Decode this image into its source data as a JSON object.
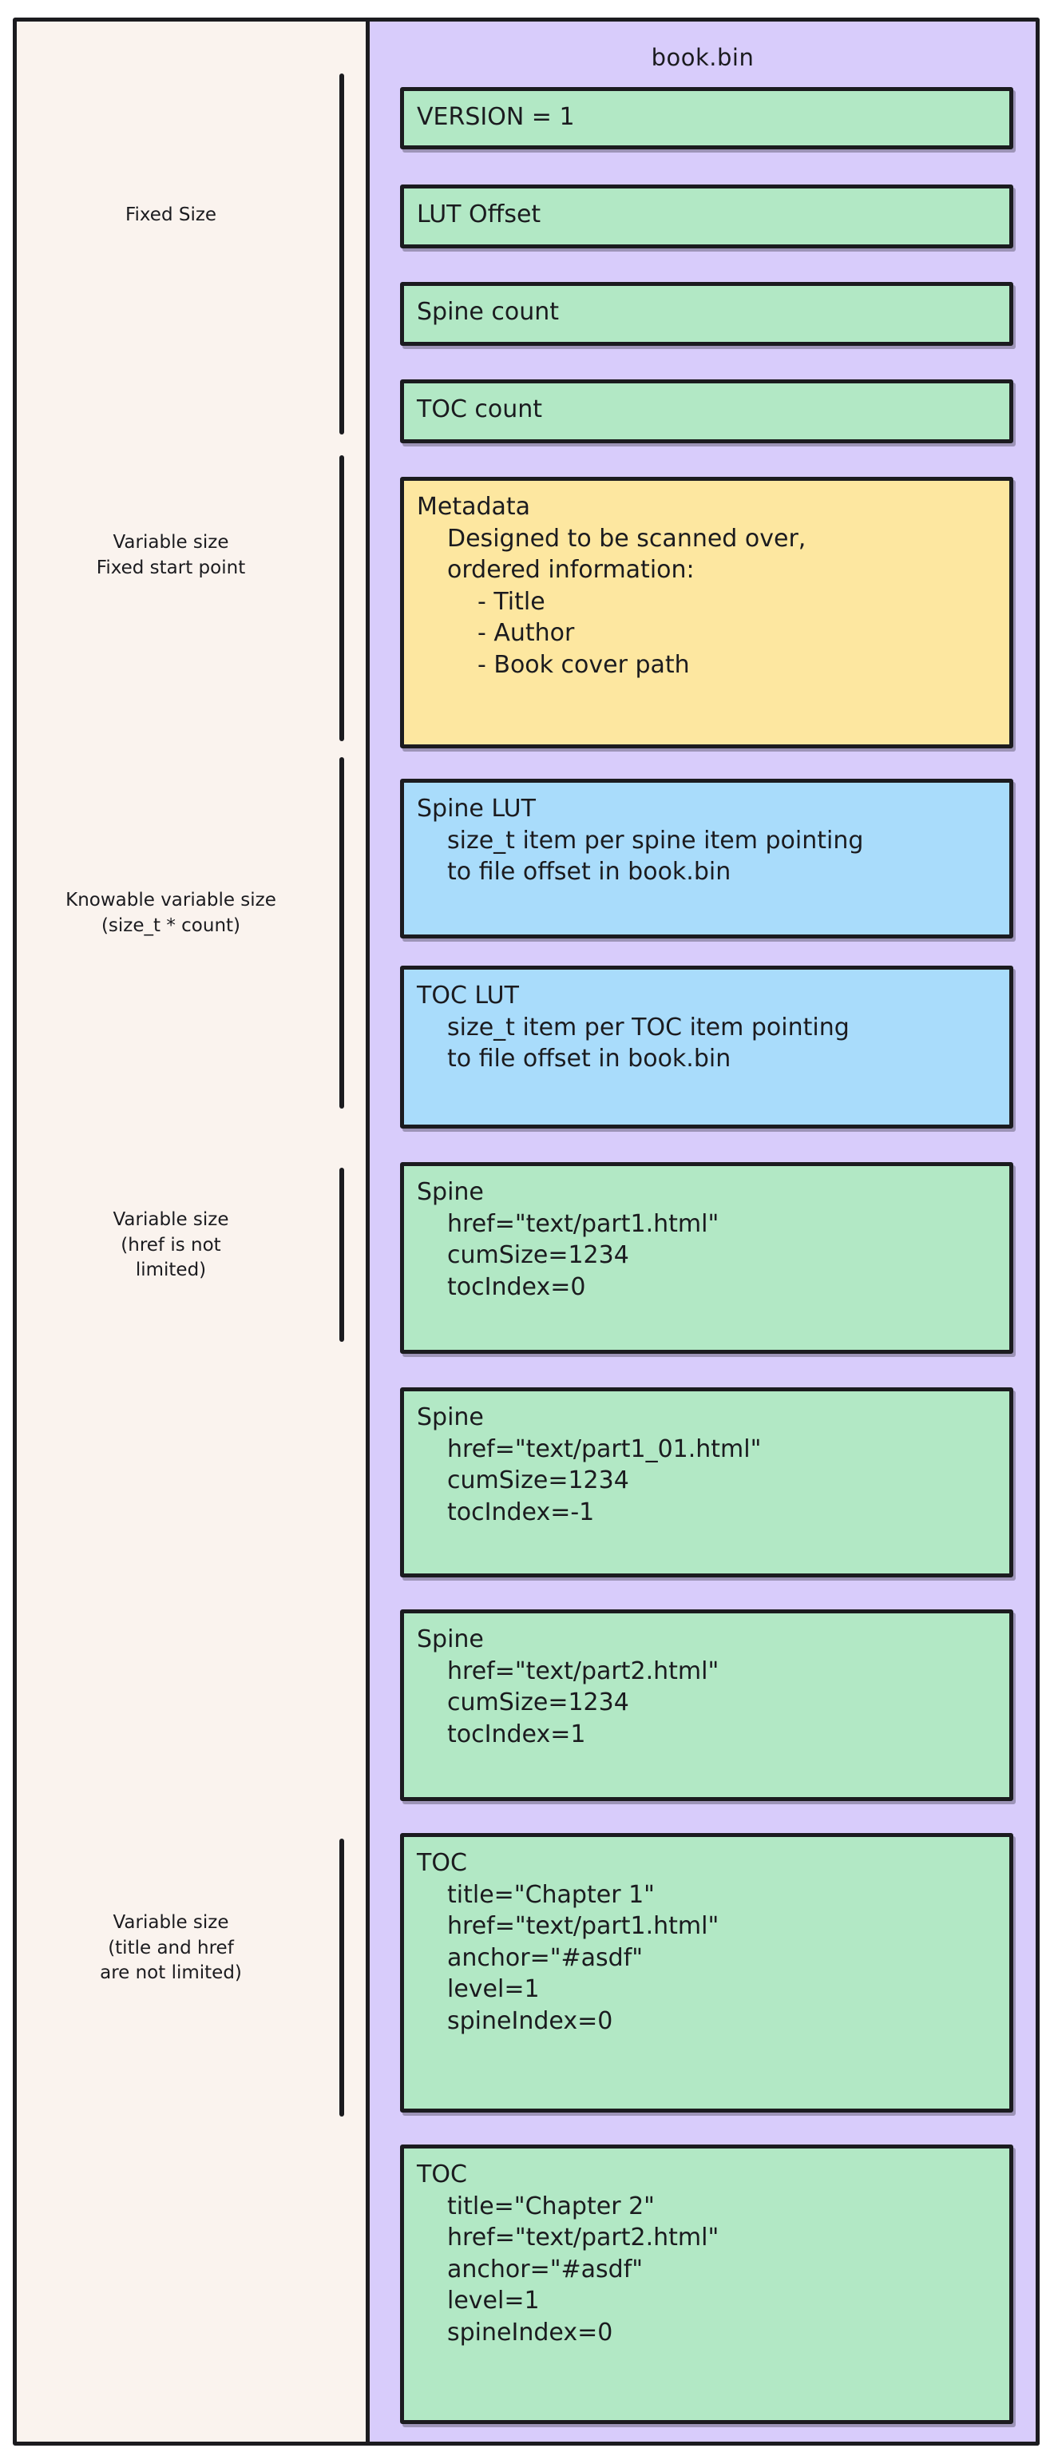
{
  "diagram": {
    "file_title": "book.bin",
    "colors": {
      "page_background": "#ffffff",
      "outer_panel": "#faf3ee",
      "file_column": "#d8ccfb",
      "green_block": "#b2e8c5",
      "yellow_block": "#fde7a0",
      "blue_block": "#a9dcfb",
      "stroke": "#1b1b1f"
    },
    "groups": [
      {
        "id": "fixed-size",
        "label_lines": [
          "Fixed Size"
        ]
      },
      {
        "id": "variable-size-fixed-start",
        "label_lines": [
          "Variable size",
          "Fixed start point"
        ]
      },
      {
        "id": "knowable-variable-size",
        "label_lines": [
          "Knowable variable size",
          "(size_t * count)"
        ]
      },
      {
        "id": "variable-size-href",
        "label_lines": [
          "Variable size",
          "(href is not",
          "limited)"
        ]
      },
      {
        "id": "variable-size-title-href",
        "label_lines": [
          "Variable size",
          "(title and href",
          "are not limited)"
        ]
      }
    ],
    "blocks": [
      {
        "id": "version",
        "color": "green",
        "lines": [
          {
            "text": "VERSION = 1",
            "indent": 0
          }
        ]
      },
      {
        "id": "lut-offset",
        "color": "green",
        "lines": [
          {
            "text": "LUT Offset",
            "indent": 0
          }
        ]
      },
      {
        "id": "spine-count",
        "color": "green",
        "lines": [
          {
            "text": "Spine count",
            "indent": 0
          }
        ]
      },
      {
        "id": "toc-count",
        "color": "green",
        "lines": [
          {
            "text": "TOC count",
            "indent": 0
          }
        ]
      },
      {
        "id": "metadata",
        "color": "yellow",
        "lines": [
          {
            "text": "Metadata",
            "indent": 0
          },
          {
            "text": "Designed to be scanned over,",
            "indent": 1
          },
          {
            "text": "ordered information:",
            "indent": 0
          },
          {
            "text": "- Title",
            "indent": 2
          },
          {
            "text": "- Author",
            "indent": 2
          },
          {
            "text": "- Book cover path",
            "indent": 2
          }
        ]
      },
      {
        "id": "spine-lut",
        "color": "blue",
        "lines": [
          {
            "text": "Spine LUT",
            "indent": 0
          },
          {
            "text": "size_t item per spine item pointing",
            "indent": 1
          },
          {
            "text": "to file offset in book.bin",
            "indent": 1
          }
        ]
      },
      {
        "id": "toc-lut",
        "color": "blue",
        "lines": [
          {
            "text": "TOC LUT",
            "indent": 0
          },
          {
            "text": "size_t item per TOC item pointing",
            "indent": 1
          },
          {
            "text": "to file offset in book.bin",
            "indent": 1
          }
        ]
      },
      {
        "id": "spine-1",
        "color": "green",
        "lines": [
          {
            "text": "Spine",
            "indent": 0
          },
          {
            "text": "href=\"text/part1.html\"",
            "indent": 1
          },
          {
            "text": "cumSize=1234",
            "indent": 1
          },
          {
            "text": "tocIndex=0",
            "indent": 1
          }
        ]
      },
      {
        "id": "spine-2",
        "color": "green",
        "lines": [
          {
            "text": "Spine",
            "indent": 0
          },
          {
            "text": "href=\"text/part1_01.html\"",
            "indent": 1
          },
          {
            "text": "cumSize=1234",
            "indent": 1
          },
          {
            "text": "tocIndex=-1",
            "indent": 1
          }
        ]
      },
      {
        "id": "spine-3",
        "color": "green",
        "lines": [
          {
            "text": "Spine",
            "indent": 0
          },
          {
            "text": "href=\"text/part2.html\"",
            "indent": 1
          },
          {
            "text": "cumSize=1234",
            "indent": 1
          },
          {
            "text": "tocIndex=1",
            "indent": 1
          }
        ]
      },
      {
        "id": "toc-1",
        "color": "green",
        "lines": [
          {
            "text": "TOC",
            "indent": 0
          },
          {
            "text": "title=\"Chapter 1\"",
            "indent": 1
          },
          {
            "text": "href=\"text/part1.html\"",
            "indent": 1
          },
          {
            "text": "anchor=\"#asdf\"",
            "indent": 1
          },
          {
            "text": "level=1",
            "indent": 1
          },
          {
            "text": "spineIndex=0",
            "indent": 1
          }
        ]
      },
      {
        "id": "toc-2",
        "color": "green",
        "lines": [
          {
            "text": "TOC",
            "indent": 0
          },
          {
            "text": "title=\"Chapter 2\"",
            "indent": 1
          },
          {
            "text": "href=\"text/part2.html\"",
            "indent": 1
          },
          {
            "text": "anchor=\"#asdf\"",
            "indent": 1
          },
          {
            "text": "level=1",
            "indent": 1
          },
          {
            "text": "spineIndex=0",
            "indent": 1
          }
        ]
      }
    ]
  }
}
